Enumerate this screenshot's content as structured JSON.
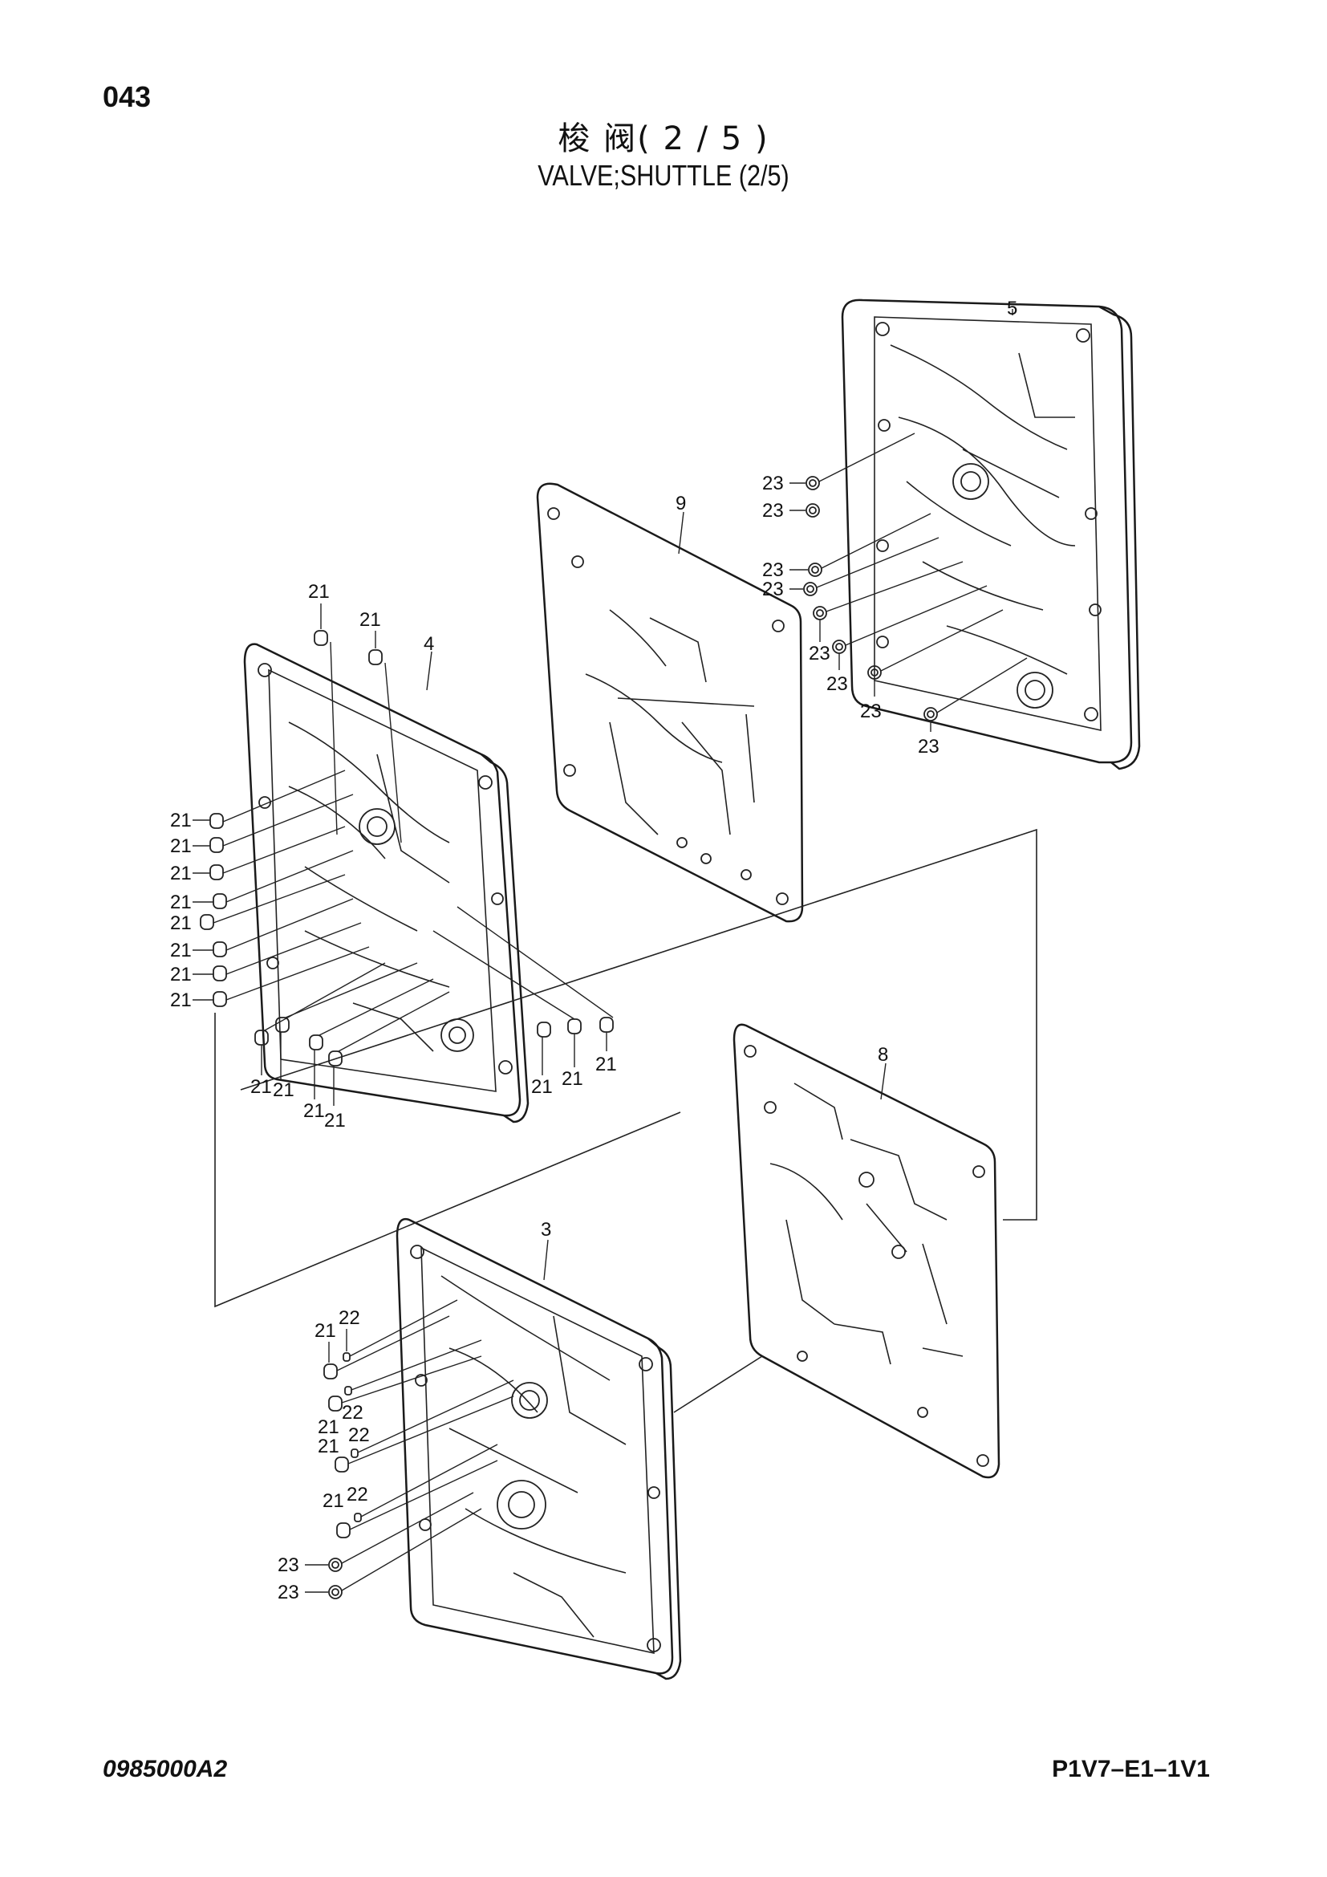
{
  "header": {
    "page_number": "043",
    "title_cn": "梭 阀( 2 / 5 )",
    "title_en": "VALVE;SHUTTLE (2/5)"
  },
  "footer": {
    "doc_code": "0985000A2",
    "model_code": "P1V7–E1–1V1"
  },
  "callouts": {
    "p3": "3",
    "p4": "4",
    "p5": "5",
    "p8": "8",
    "p9": "9",
    "n21": "21",
    "n22": "22",
    "n23": "23"
  }
}
